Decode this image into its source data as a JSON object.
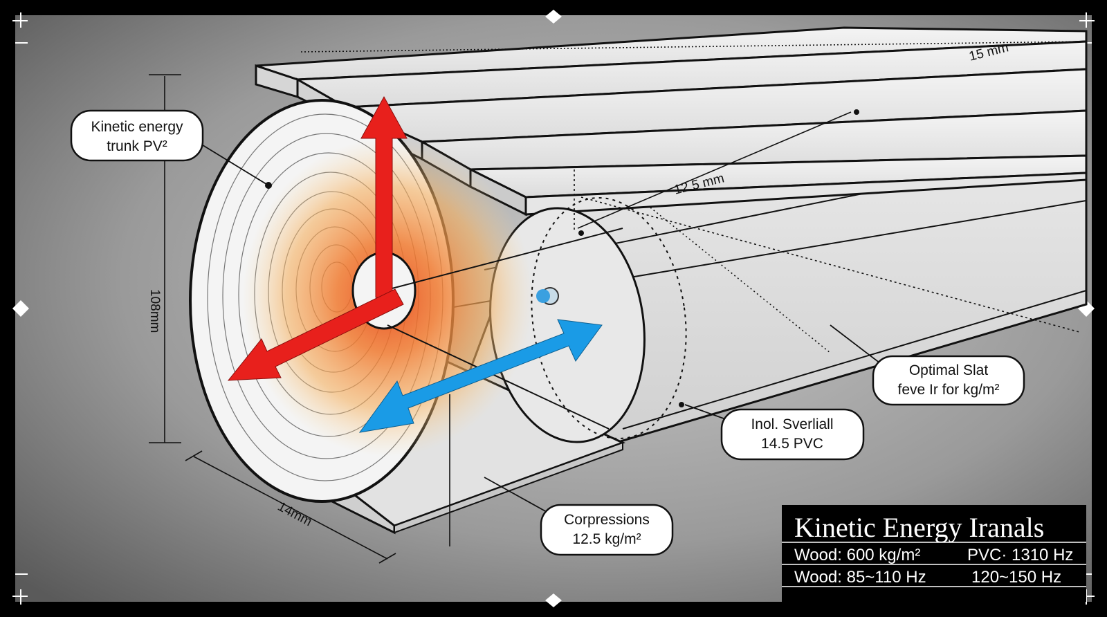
{
  "callouts": {
    "kinetic_energy": {
      "line1": "Kinetic energy",
      "line2": "trunk PV²"
    },
    "optimal_slat": {
      "line1": "Optimal Slat",
      "line2": "feve Ir for kg/m²"
    },
    "inol_sverlall": {
      "line1": "Inol. Sverliall",
      "line2": "14.5 PVC"
    },
    "compressions": {
      "line1": "Corpressions",
      "line2": "12.5 kg/m²"
    }
  },
  "dimensions": {
    "top_right": "15 mm",
    "middle": "12.5 mm",
    "vertical": "108mm",
    "bottom": "14mm"
  },
  "info_panel": {
    "title": "Kinetic Energy Iranals",
    "row1_left": "Wood: 600 kg/m²",
    "row1_right": "PVC· 1310 Hz",
    "row2_left": "Wood: 85~110 Hz",
    "row2_right": "120~150 Hz"
  },
  "colors": {
    "red_arrow": "#e8201c",
    "blue_arrow": "#1a9be6",
    "background": "#8a8a8a",
    "frame": "#000000"
  }
}
